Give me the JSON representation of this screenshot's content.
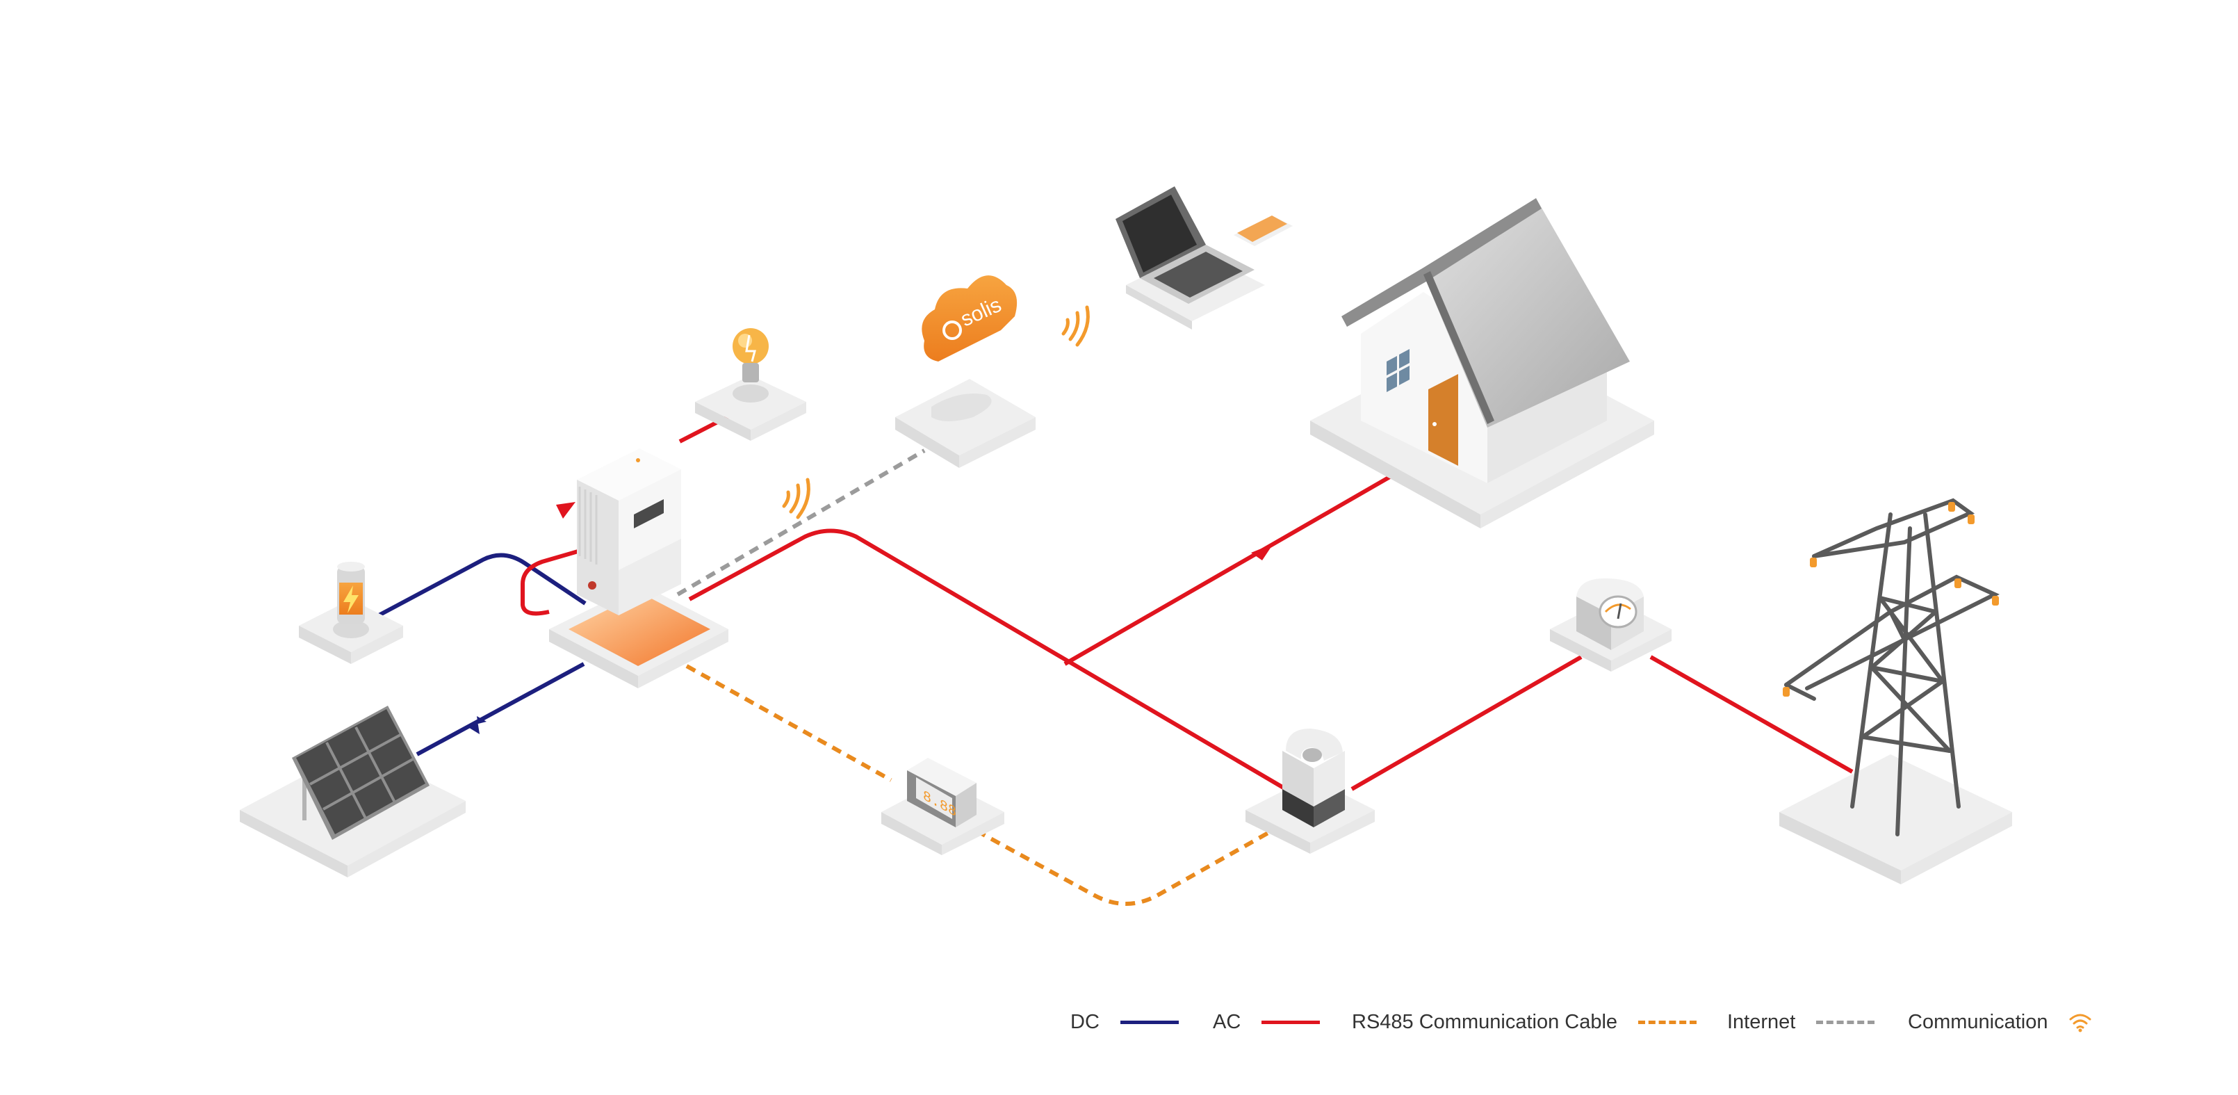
{
  "colors": {
    "dc": "#1c1f7e",
    "ac": "#e0141e",
    "rs485": "#e98a1e",
    "internet": "#9b9b9b",
    "accent": "#f39a2c",
    "platform": "#f0f0f0",
    "device": "#e6e6e6"
  },
  "cloud": {
    "brand": "solis"
  },
  "devices": [
    {
      "id": "battery",
      "icon": "battery-icon"
    },
    {
      "id": "solar-panel",
      "icon": "solar-panel-icon"
    },
    {
      "id": "inverter",
      "icon": "inverter-icon"
    },
    {
      "id": "light-bulb",
      "icon": "light-bulb-icon"
    },
    {
      "id": "cloud",
      "icon": "cloud-icon"
    },
    {
      "id": "laptop",
      "icon": "laptop-icon"
    },
    {
      "id": "house",
      "icon": "house-icon"
    },
    {
      "id": "smart-meter",
      "icon": "smart-meter-icon"
    },
    {
      "id": "ct-clamp",
      "icon": "ct-clamp-icon"
    },
    {
      "id": "grid-meter",
      "icon": "grid-meter-icon"
    },
    {
      "id": "pylon",
      "icon": "pylon-icon"
    }
  ],
  "meter": {
    "display": "8.88"
  },
  "legend": [
    {
      "label": "DC",
      "type": "dc"
    },
    {
      "label": "AC",
      "type": "ac"
    },
    {
      "label": "RS485 Communication Cable",
      "type": "rs485"
    },
    {
      "label": "Internet",
      "type": "internet"
    },
    {
      "label": "Communication",
      "type": "wireless"
    }
  ]
}
